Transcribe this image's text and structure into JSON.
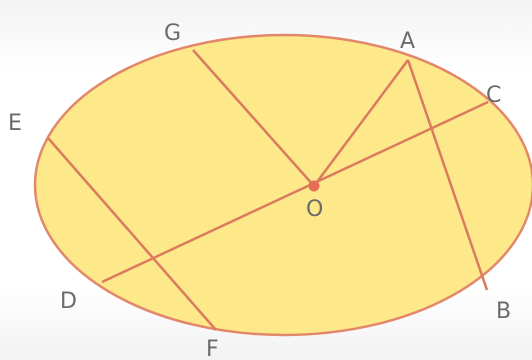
{
  "figure": {
    "labels": {
      "A": "A",
      "B": "B",
      "C": "C",
      "D": "D",
      "E": "E",
      "F": "F",
      "G": "G",
      "O": "O"
    },
    "colors": {
      "fill": "#fde98a",
      "outline": "#e3876a",
      "chord": "#dc7a5f",
      "center_dot": "#e46f56",
      "label": "#6b6b6b"
    },
    "segments": [
      {
        "name": "diameter-dc",
        "from": "D",
        "to": "C"
      },
      {
        "name": "radius-og",
        "from": "O",
        "to": "G"
      },
      {
        "name": "radius-oa",
        "from": "O",
        "to": "A"
      },
      {
        "name": "chord-ab",
        "from": "A",
        "to": "B"
      },
      {
        "name": "chord-ef",
        "from": "E",
        "to": "F"
      }
    ]
  }
}
